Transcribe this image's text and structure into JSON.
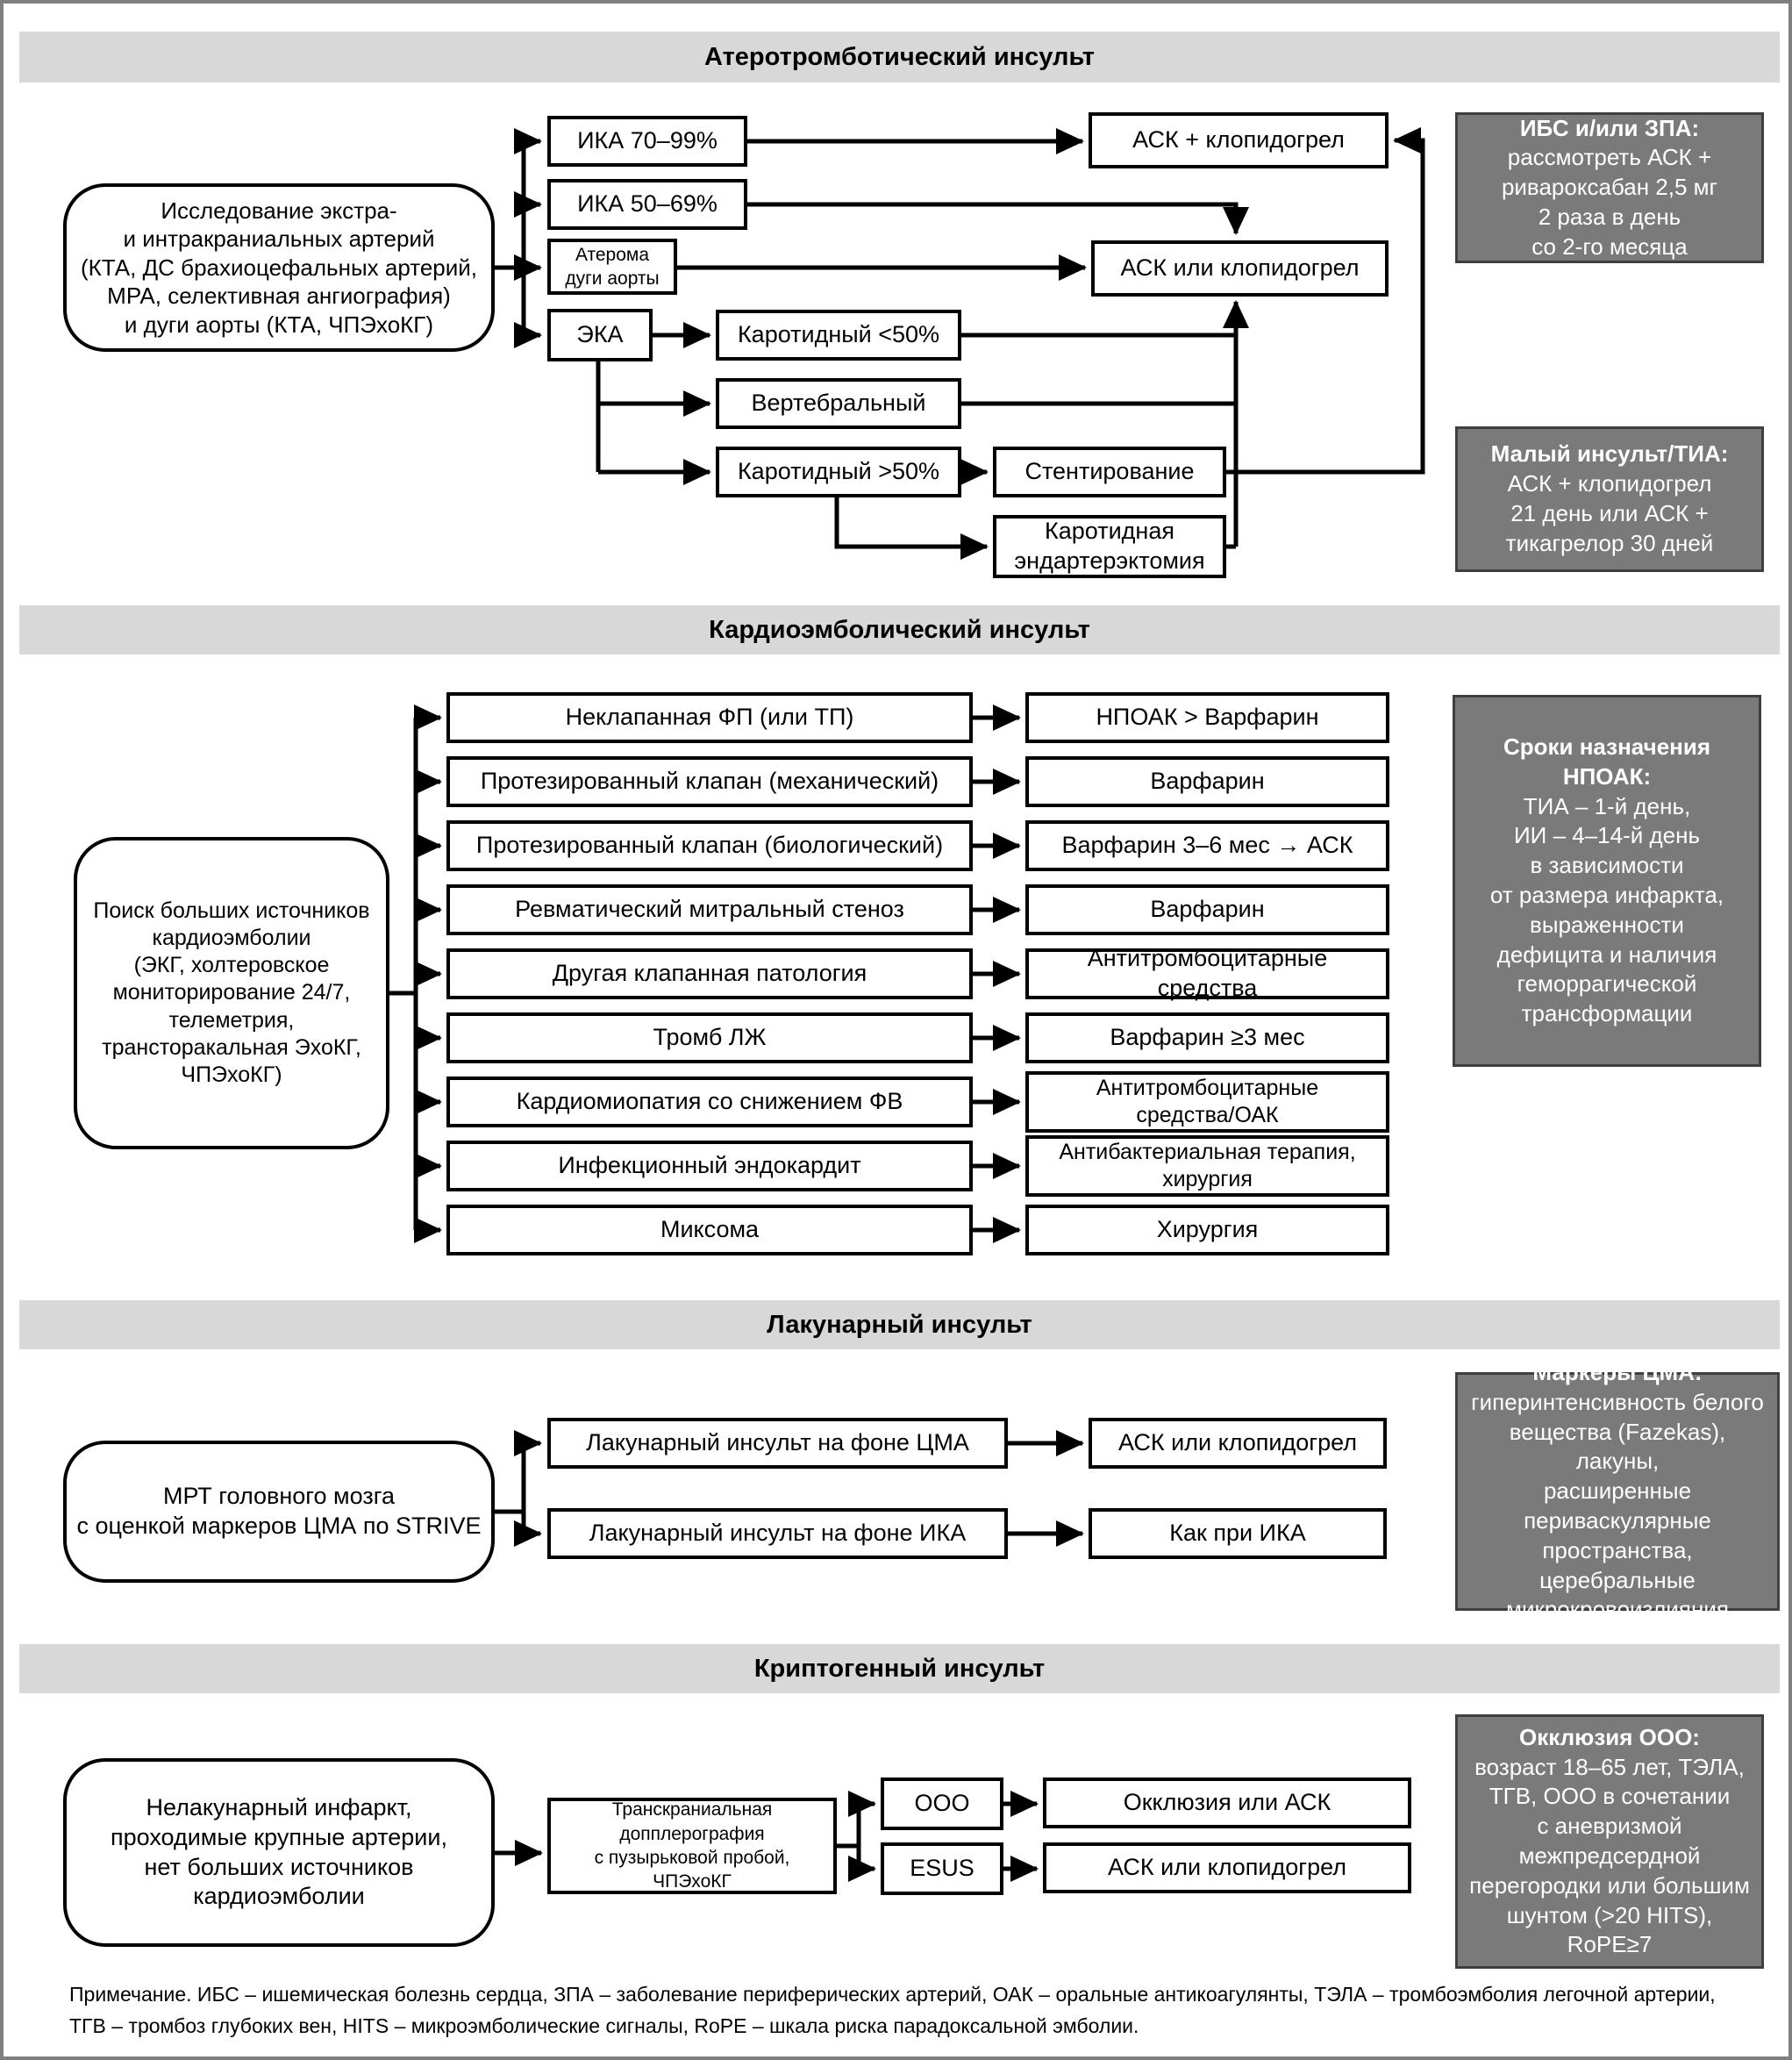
{
  "colors": {
    "band_bg": "#d8d8d8",
    "note_bg": "#7a7a7a",
    "note_text": "#ffffff",
    "line": "#000000"
  },
  "s1": {
    "header": "Атеротромботический инсульт",
    "source": "Исследование экстра-\nи интракраниальных артерий\n(КТА, ДС брахиоцефальных артерий,\nМРА, селективная ангиография)\nи дуги аорты (КТА, ЧПЭхоКГ)",
    "ika7099": "ИКА 70–99%",
    "ika5069": "ИКА 50–69%",
    "atheroma": "Атерома\nдуги аорты",
    "eka": "ЭКА",
    "carotid_lt50": "Каротидный <50%",
    "vertebral": "Вертебральный",
    "carotid_gt50": "Каротидный >50%",
    "stenting": "Стентирование",
    "endarterectomy": "Каротидная\nэндартерэктомия",
    "ask_plus_clopi": "АСК + клопидогрел",
    "ask_or_clopi": "АСК или клопидогрел",
    "note_ibs": {
      "title": "ИБС и/или ЗПА:",
      "body": "рассмотреть АСК +\nривароксабан 2,5 мг\n2 раза в день\nсо 2-го месяца"
    },
    "note_minor": {
      "title": "Малый инсульт/ТИА:",
      "body": "АСК + клопидогрел\n21 день или АСК +\nтикагрелор 30 дней"
    }
  },
  "s2": {
    "header": "Кардиоэмболический инсульт",
    "source": "Поиск больших источников\nкардиоэмболии\n(ЭКГ, холтеровское\nмониторирование 24/7,\nтелеметрия,\nтрансторакальная ЭхоКГ,\nЧПЭхоКГ)",
    "rows": [
      {
        "cause": "Неклапанная ФП (или ТП)",
        "treatment": "НПОАК > Варфарин"
      },
      {
        "cause": "Протезированный клапан (механический)",
        "treatment": "Варфарин"
      },
      {
        "cause": "Протезированный клапан (биологический)",
        "treatment": "Варфарин 3–6 мес → АСК"
      },
      {
        "cause": "Ревматический митральный стеноз",
        "treatment": "Варфарин"
      },
      {
        "cause": "Другая клапанная патология",
        "treatment": "Антитромбоцитарные средства"
      },
      {
        "cause": "Тромб ЛЖ",
        "treatment": "Варфарин ≥3 мес"
      },
      {
        "cause": "Кардиомиопатия со снижением ФВ",
        "treatment": "Антитромбоцитарные\nсредства/ОАК"
      },
      {
        "cause": "Инфекционный эндокардит",
        "treatment": "Антибактериальная терапия,\nхирургия"
      },
      {
        "cause": "Миксома",
        "treatment": "Хирургия"
      }
    ],
    "note": {
      "title": "Сроки назначения\nНПОАК:",
      "body": "ТИА – 1-й день,\nИИ – 4–14-й день\nв зависимости\nот размера инфаркта,\nвыраженности\nдефицита и наличия\nгеморрагической\nтрансформации"
    }
  },
  "s3": {
    "header": "Лакунарный инсульт",
    "source": "МРТ головного мозга\nс оценкой маркеров ЦМА по STRIVE",
    "lac_cma": "Лакунарный инсульт на фоне ЦМА",
    "lac_ika": "Лакунарный инсульт на фоне ИКА",
    "ask_or_clopi": "АСК или клопидогрел",
    "as_ika": "Как при ИКА",
    "note": {
      "title": "Маркеры ЦМА:",
      "body": "гиперинтенсивность белого\nвещества (Fazekas), лакуны,\nрасширенные\nпериваскулярные\nпространства,\nцеребральные\nмикрокровоизлияния"
    }
  },
  "s4": {
    "header": "Криптогенный инсульт",
    "source": "Нелакунарный инфаркт,\nпроходимые крупные артерии,\nнет больших источников\nкардиоэмболии",
    "tcd": "Транскраниальная допплерография\nс пузырьковой пробой,\nЧПЭхоКГ",
    "ooo": "ООО",
    "esus": "ESUS",
    "occlusion_or_ask": "Окклюзия или АСК",
    "ask_or_clopi": "АСК или клопидогрел",
    "note": {
      "title": "Окклюзия ООО:",
      "body": "возраст 18–65 лет, ТЭЛА,\nТГВ, ООО в сочетании\nс аневризмой\nмежпредсердной\nперегородки или большим\nшунтом (>20 HITS), RoPE≥7"
    }
  },
  "footnote": "Примечание. ИБС – ишемическая болезнь сердца, ЗПА – заболевание периферических артерий, ОАК – оральные антикоагулянты, ТЭЛА – тромбоэмболия легочной артерии,\nТГВ – тромбоз глубоких вен, HITS – микроэмболические сигналы, RoPE – шкала риска парадоксальной эмболии."
}
